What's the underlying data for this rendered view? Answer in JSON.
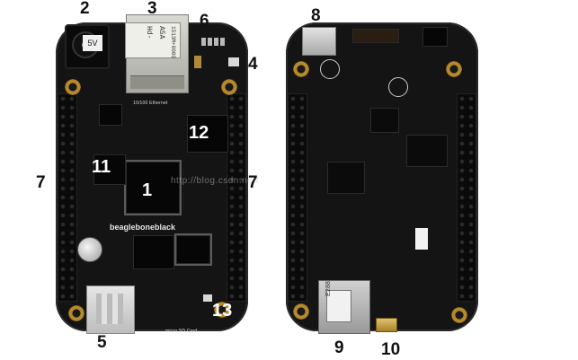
{
  "callouts": [
    "2",
    "3",
    "6",
    "4",
    "7",
    "11",
    "12",
    "1",
    "7",
    "5",
    "13",
    "8",
    "9",
    "10"
  ],
  "connectors": {
    "power_jack_text": "5V",
    "ethernet_label_lines": [
      "1513M+0000",
      "A5A",
      "Hd-"
    ],
    "ethernet_silk": "10/100 Ethernet",
    "brand_silk": "beagleboneblack",
    "sd_silk": "micro SD Card",
    "sd_card_text": "E288"
  },
  "watermark": "http://blog.csdn.net/",
  "colors": {
    "board": "#141414",
    "callout_white": "#ffffff",
    "callout_dark": "#111111"
  }
}
